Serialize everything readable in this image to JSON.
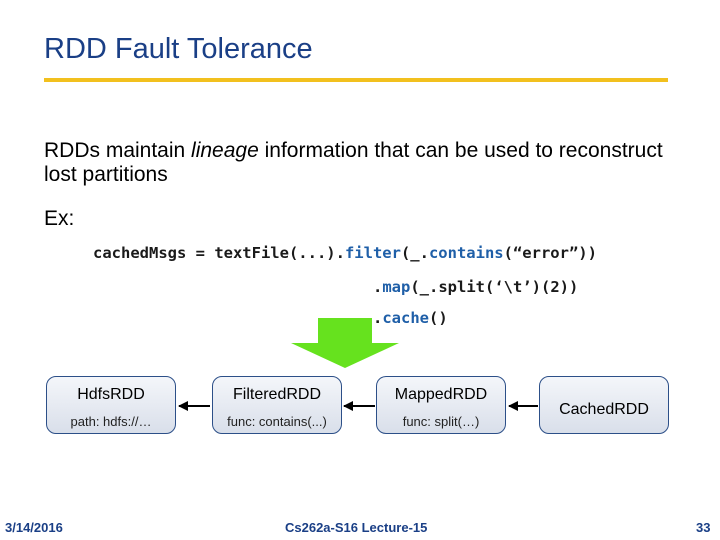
{
  "slide": {
    "title": "RDD Fault Tolerance",
    "body": {
      "before": "RDDs maintain ",
      "emphasis": "lineage",
      "after": " information that can be used to reconstruct lost partitions"
    },
    "example_label": "Ex:",
    "code": {
      "line1_a": "cachedMsgs = textFile(...).",
      "line1_kw1": "filter",
      "line1_b": "(_.",
      "line1_kw2": "contains",
      "line1_c": "(“error”))",
      "line2_a": ".",
      "line2_kw": "map",
      "line2_b": "(_.split(‘\\t’)(2))",
      "line3_a": ".",
      "line3_kw": "cache",
      "line3_b": "()"
    },
    "rdds": [
      {
        "name": "HdfsRDD",
        "detail": "path: hdfs://…"
      },
      {
        "name": "FilteredRDD",
        "detail": "func: contains(...)"
      },
      {
        "name": "MappedRDD",
        "detail": "func: split(…)"
      },
      {
        "name": "CachedRDD",
        "detail": ""
      }
    ],
    "colors": {
      "title": "#1a3f86",
      "rule": "#f2c01e",
      "arrow_green": "#66e21e",
      "box_border": "#2c4f88",
      "keyword": "#1f5fa8"
    }
  },
  "footer": {
    "date": "3/14/2016",
    "course": "Cs262a-S16 Lecture-15",
    "page": "33"
  }
}
